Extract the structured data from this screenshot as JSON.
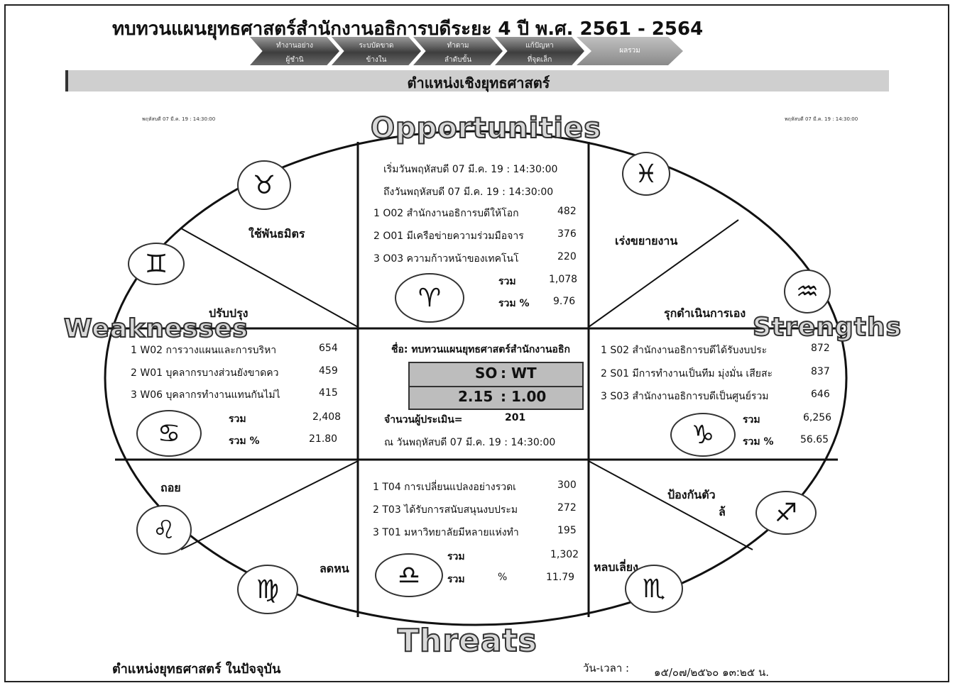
{
  "header": {
    "title": "ทบทวนแผนยุทธศาสตร์สำนักงานอธิการบดีระยะ 4 ปี  พ.ศ. 2561 - 2564",
    "steps": [
      {
        "line1": "ทำงานอย่าง",
        "line2": "ผู้ชำนิ"
      },
      {
        "line1": "ระบบัดขาด",
        "line2": "ข้างใน"
      },
      {
        "line1": "ทำตาม",
        "line2": "ลำดับขั้น"
      },
      {
        "line1": "แก้ปัญหา",
        "line2": "ที่จุดเล็ก"
      },
      {
        "line1": "ผลรวม",
        "line2": ""
      }
    ],
    "section_title": "ตำแหน่งเชิงยุทธศาสตร์",
    "date_left": "พฤหัสบดี 07 มี.ค. 19 : 14:30:00",
    "date_right": "พฤหัสบดี 07 มี.ค. 19 : 14:30:00"
  },
  "quadrant_words": {
    "opportunities": "Opportunities",
    "threats": "Threats",
    "weaknesses": "Weaknesses",
    "strengths": "Strengths"
  },
  "zone_labels": {
    "top_left_upper": "ใช้พันธมิตร",
    "top_left_lower": "ปรับปรุง",
    "top_right_upper": "เร่งขยายงาน",
    "top_right_lower": "รุกดำเนินการเอง",
    "bottom_left_upper": "ถอย",
    "bottom_left_lower": "ลดหน",
    "bottom_right_upper": "ป้องกันตัว",
    "bottom_right_upper2": "ล้",
    "bottom_right_lower": "หลบเลี่ยง"
  },
  "opportunities": {
    "start": "เริ่มวันพฤหัสบดี 07 มี.ค. 19 : 14:30:00",
    "end": "ถึงวันพฤหัสบดี 07 มี.ค. 19 : 14:30:00",
    "items": [
      {
        "text": "1  O02  สำนักงานอธิการบดีให้โอก",
        "value": "482"
      },
      {
        "text": "2  O01  มีเครือข่ายความร่วมมือจาร",
        "value": "376"
      },
      {
        "text": "3  O03  ความก้าวหน้าของเทคโนโ",
        "value": "220"
      }
    ],
    "total_label": "รวม",
    "total": "1,078",
    "pct_label": "รวม %",
    "pct": "9.76"
  },
  "weaknesses": {
    "items": [
      {
        "text": "1  W02  การวางแผนและการบริหา",
        "value": "654"
      },
      {
        "text": "2  W01  บุคลากรบางส่วนยังขาดคว",
        "value": "459"
      },
      {
        "text": "3  W06  บุคลากรทำงานแทนกันไม่ไ",
        "value": "415"
      }
    ],
    "total_label": "รวม",
    "total": "2,408",
    "pct_label": "รวม  %",
    "pct": "21.80"
  },
  "strengths": {
    "items": [
      {
        "text": "1  S02  สำนักงานอธิการบดีได้รับงบประ",
        "value": "872"
      },
      {
        "text": "2  S01  มีการทำงานเป็นทีม มุ่งมั่น เสียสะ",
        "value": "837"
      },
      {
        "text": "3  S03  สำนักงานอธิการบดีเป็นศูนย์รวม",
        "value": "646"
      }
    ],
    "total_label": "รวม",
    "total": "6,256",
    "pct_label": "รวม  %",
    "pct": "56.65"
  },
  "threats": {
    "items": [
      {
        "text": "1  T04  การเปลี่ยนแปลงอย่างรวดเ",
        "value": "300"
      },
      {
        "text": "2  T03  ได้รับการสนับสนุนงบประม",
        "value": "272"
      },
      {
        "text": "3  T01  มหาวิทยาลัยมีหลายแห่งทำ",
        "value": "195"
      }
    ],
    "total_label": "รวม",
    "total": "1,302",
    "pct_label": "รวม",
    "pct_sign": "%",
    "pct": "11.79"
  },
  "center": {
    "name": "ชื่อ:  ทบทวนแผนยุทธศาสตร์สำนักงานอธิก",
    "so_label": "SO",
    "wt_label": ": WT",
    "so_value": "2.15",
    "wt_value": ": 1.00",
    "assessors_label": "จำนวนผู้ประเมิน=",
    "assessors": "201",
    "as_of": "ณ วันพฤหัสบดี 07 มี.ค. 19 : 14:30:00"
  },
  "footer": {
    "position_label": "ตำแหน่งยุทธศาสตร์ ในปัจจุบัน",
    "datetime_label": "วัน-เวลา :",
    "datetime_value": "๑๕/๐๗/๒๕๖๐  ๑๓:๒๕  น."
  },
  "icons": {
    "taurus": "taurus-icon",
    "gemini": "gemini-icon",
    "aries": "aries-icon",
    "pisces": "pisces-icon",
    "aquarius": "aquarius-icon",
    "cancer": "cancer-icon",
    "capricorn": "capricorn-icon",
    "leo": "leo-icon",
    "virgo": "virgo-icon",
    "libra": "libra-icon",
    "sagittarius": "sagittarius-icon",
    "scorpio": "scorpio-icon"
  }
}
